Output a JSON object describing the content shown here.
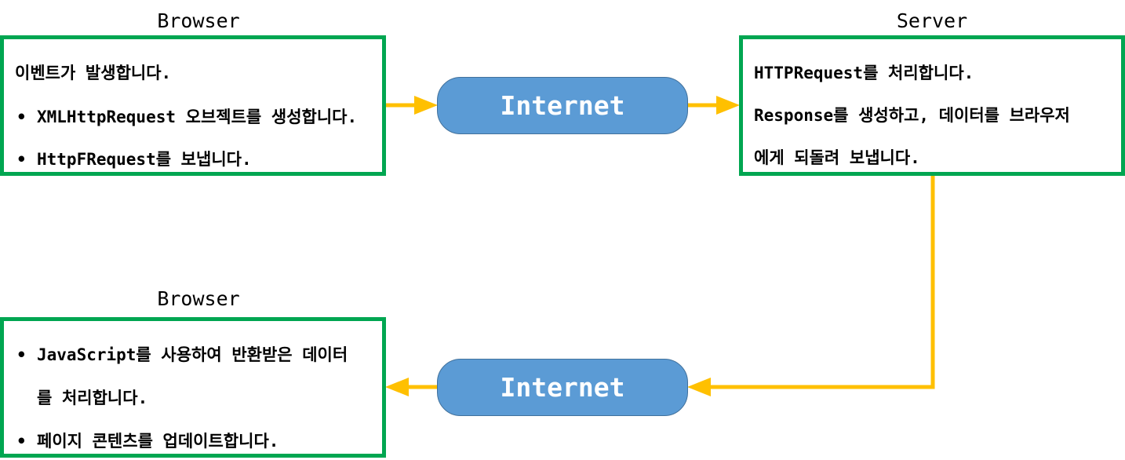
{
  "browser_top": {
    "title": "Browser",
    "lines": [
      "이벤트가 발생합니다.",
      "XMLHttpRequest 오브젝트를 생성합니다.",
      "HttpFRequest를 보냅니다."
    ]
  },
  "server": {
    "title": "Server",
    "lines": [
      "HTTPRequest를 처리합니다.",
      "Response를 생성하고, 데이터를 브라우저",
      "에게 되돌려 보냅니다."
    ]
  },
  "browser_bottom": {
    "title": "Browser",
    "lines": [
      "JavaScript를 사용하여 반환받은 데이터",
      "를 처리합니다.",
      "페이지 콘텐츠를 업데이트합니다."
    ]
  },
  "internet_top": {
    "label": "Internet"
  },
  "internet_bottom": {
    "label": "Internet"
  },
  "bullet_glyph": "•",
  "colors": {
    "box_border": "#00a651",
    "arrow": "#ffc000",
    "pill_fill": "#5b9bd5",
    "pill_border": "#41719c",
    "pill_text": "#ffffff"
  }
}
